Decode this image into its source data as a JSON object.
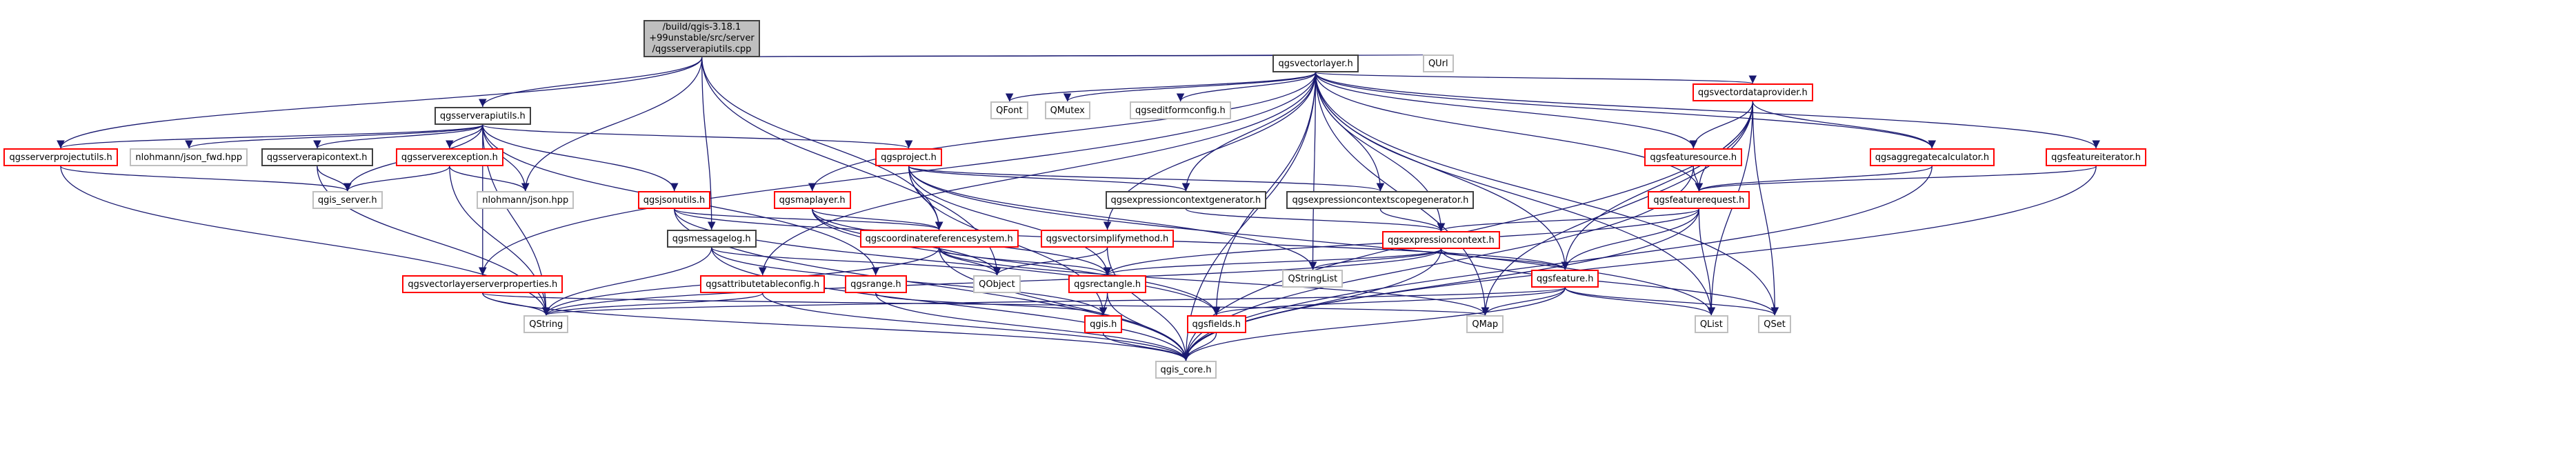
{
  "graph": {
    "title": "Include dependency graph for qgsserverapiutils.cpp",
    "edge_color": "#191970",
    "nodes": [
      {
        "id": "root",
        "label": "/build/qgis-3.18.1\n+99unstable/src/server\n/qgsserverapiutils.cpp",
        "style": "root"
      },
      {
        "id": "qgsvectorlayer",
        "label": "qgsvectorlayer.h",
        "style": "black"
      },
      {
        "id": "QUrl",
        "label": "QUrl",
        "style": "gray"
      },
      {
        "id": "qgsserverapiutils",
        "label": "qgsserverapiutils.h",
        "style": "black"
      },
      {
        "id": "qgsserverprojectutils",
        "label": "qgsserverprojectutils.h",
        "style": "red"
      },
      {
        "id": "json_fwd",
        "label": "nlohmann/json_fwd.hpp",
        "style": "gray"
      },
      {
        "id": "qgsserverapicontext",
        "label": "qgsserverapicontext.h",
        "style": "black"
      },
      {
        "id": "qgsserverexception",
        "label": "qgsserverexception.h",
        "style": "red"
      },
      {
        "id": "qgis_server",
        "label": "qgis_server.h",
        "style": "gray"
      },
      {
        "id": "json",
        "label": "nlohmann/json.hpp",
        "style": "gray"
      },
      {
        "id": "qgsproject",
        "label": "qgsproject.h",
        "style": "red"
      },
      {
        "id": "qgsjsonutils",
        "label": "qgsjsonutils.h",
        "style": "red"
      },
      {
        "id": "qgsmaplayer",
        "label": "qgsmaplayer.h",
        "style": "red"
      },
      {
        "id": "qgsmessagelog",
        "label": "qgsmessagelog.h",
        "style": "black"
      },
      {
        "id": "qgscrs",
        "label": "qgscoordinatereferencesystem.h",
        "style": "red"
      },
      {
        "id": "qgsvectorsimplifymethod",
        "label": "qgsvectorsimplifymethod.h",
        "style": "red"
      },
      {
        "id": "qgsvectorlayerserverproperties",
        "label": "qgsvectorlayerserverproperties.h",
        "style": "red"
      },
      {
        "id": "qgsattributetableconfig",
        "label": "qgsattributetableconfig.h",
        "style": "red"
      },
      {
        "id": "qgsrange",
        "label": "qgsrange.h",
        "style": "red"
      },
      {
        "id": "QObject",
        "label": "QObject",
        "style": "gray"
      },
      {
        "id": "qgsrectangle",
        "label": "qgsrectangle.h",
        "style": "red"
      },
      {
        "id": "qgis",
        "label": "qgis.h",
        "style": "red"
      },
      {
        "id": "QString",
        "label": "QString",
        "style": "gray"
      },
      {
        "id": "qgis_core",
        "label": "qgis_core.h",
        "style": "gray"
      },
      {
        "id": "QFont",
        "label": "QFont",
        "style": "gray"
      },
      {
        "id": "QMutex",
        "label": "QMutex",
        "style": "gray"
      },
      {
        "id": "qgseditformconfig",
        "label": "qgseditformconfig.h",
        "style": "gray"
      },
      {
        "id": "qgsexpressioncontextgenerator",
        "label": "qgsexpressioncontextgenerator.h",
        "style": "black"
      },
      {
        "id": "qgsexpressioncontextscopegenerator",
        "label": "qgsexpressioncontextscopegenerator.h",
        "style": "black"
      },
      {
        "id": "qgsexpressioncontext",
        "label": "qgsexpressioncontext.h",
        "style": "red"
      },
      {
        "id": "QStringList",
        "label": "QStringList",
        "style": "gray"
      },
      {
        "id": "qgsfeature",
        "label": "qgsfeature.h",
        "style": "red"
      },
      {
        "id": "qgsfields",
        "label": "qgsfields.h",
        "style": "red"
      },
      {
        "id": "QMap",
        "label": "QMap",
        "style": "gray"
      },
      {
        "id": "QList",
        "label": "QList",
        "style": "gray"
      },
      {
        "id": "QSet",
        "label": "QSet",
        "style": "gray"
      },
      {
        "id": "qgsvectordataprovider",
        "label": "qgsvectordataprovider.h",
        "style": "red"
      },
      {
        "id": "qgsfeaturesource",
        "label": "qgsfeaturesource.h",
        "style": "red"
      },
      {
        "id": "qgsaggregatecalculator",
        "label": "qgsaggregatecalculator.h",
        "style": "red"
      },
      {
        "id": "qgsfeatureiterator",
        "label": "qgsfeatureiterator.h",
        "style": "red"
      },
      {
        "id": "qgsfeaturerequest",
        "label": "qgsfeaturerequest.h",
        "style": "red"
      }
    ],
    "edges": [
      [
        "root",
        "qgsvectorlayer"
      ],
      [
        "root",
        "QUrl"
      ],
      [
        "root",
        "qgsserverapiutils"
      ],
      [
        "root",
        "qgsserverprojectutils"
      ],
      [
        "root",
        "json"
      ],
      [
        "root",
        "qgsmessagelog"
      ],
      [
        "root",
        "QObject"
      ],
      [
        "root",
        "qgscrs"
      ],
      [
        "qgsserverapiutils",
        "qgsserverprojectutils"
      ],
      [
        "qgsserverapiutils",
        "json_fwd"
      ],
      [
        "qgsserverapiutils",
        "qgsserverapicontext"
      ],
      [
        "qgsserverapiutils",
        "qgis_server"
      ],
      [
        "qgsserverapiutils",
        "qgsserverexception"
      ],
      [
        "qgsserverapiutils",
        "json"
      ],
      [
        "qgsserverapiutils",
        "qgsproject"
      ],
      [
        "qgsserverapiutils",
        "qgsjsonutils"
      ],
      [
        "qgsserverapiutils",
        "qgsvectorlayerserverproperties"
      ],
      [
        "qgsserverapiutils",
        "QString"
      ],
      [
        "qgsserverapiutils",
        "qgsrange"
      ],
      [
        "qgsserverprojectutils",
        "qgis_server"
      ],
      [
        "qgsserverprojectutils",
        "QString"
      ],
      [
        "qgsserverapicontext",
        "qgis_server"
      ],
      [
        "qgsserverapicontext",
        "QString"
      ],
      [
        "qgsserverexception",
        "qgis_server"
      ],
      [
        "qgsserverexception",
        "json"
      ],
      [
        "qgsserverexception",
        "QString"
      ],
      [
        "qgsproject",
        "qgscrs"
      ],
      [
        "qgsproject",
        "qgsexpressioncontextgenerator"
      ],
      [
        "qgsproject",
        "qgsexpressioncontextscopegenerator"
      ],
      [
        "qgsproject",
        "QStringList"
      ],
      [
        "qgsproject",
        "qgis"
      ],
      [
        "qgsproject",
        "qgsrectangle"
      ],
      [
        "qgsproject",
        "QList"
      ],
      [
        "qgsjsonutils",
        "qgscrs"
      ],
      [
        "qgsjsonutils",
        "qgsfeature"
      ],
      [
        "qgsjsonutils",
        "qgis_core"
      ],
      [
        "qgsjsonutils",
        "qgsfields"
      ],
      [
        "qgsmaplayer",
        "qgscrs"
      ],
      [
        "qgsmaplayer",
        "QObject"
      ],
      [
        "qgsmaplayer",
        "qgsrectangle"
      ],
      [
        "qgsmaplayer",
        "qgsfields"
      ],
      [
        "qgsmessagelog",
        "QString"
      ],
      [
        "qgsmessagelog",
        "QObject"
      ],
      [
        "qgsmessagelog",
        "qgis"
      ],
      [
        "qgsmessagelog",
        "qgis_core"
      ],
      [
        "qgscrs",
        "QObject"
      ],
      [
        "qgscrs",
        "qgsrectangle"
      ],
      [
        "qgscrs",
        "QString"
      ],
      [
        "qgscrs",
        "qgis_core"
      ],
      [
        "qgscrs",
        "QMap"
      ],
      [
        "qgsvectorsimplifymethod",
        "QObject"
      ],
      [
        "qgsvectorsimplifymethod",
        "qgis_core"
      ],
      [
        "qgsvectorlayerserverproperties",
        "QString"
      ],
      [
        "qgsvectorlayerserverproperties",
        "qgis_core"
      ],
      [
        "qgsvectorlayerserverproperties",
        "QMap"
      ],
      [
        "qgsattributetableconfig",
        "QString"
      ],
      [
        "qgsattributetableconfig",
        "qgis_core"
      ],
      [
        "qgsrange",
        "qgis"
      ],
      [
        "qgsrange",
        "qgis_core"
      ],
      [
        "qgsrectangle",
        "qgis"
      ],
      [
        "qgsrectangle",
        "qgis_core"
      ],
      [
        "qgis",
        "qgis_core"
      ],
      [
        "qgsvectorlayer",
        "QFont"
      ],
      [
        "qgsvectorlayer",
        "QMutex"
      ],
      [
        "qgsvectorlayer",
        "qgseditformconfig"
      ],
      [
        "qgsvectorlayer",
        "qgsexpressioncontextgenerator"
      ],
      [
        "qgsvectorlayer",
        "qgsexpressioncontextscopegenerator"
      ],
      [
        "qgsvectorlayer",
        "qgsexpressioncontext"
      ],
      [
        "qgsvectorlayer",
        "qgsfeature"
      ],
      [
        "qgsvectorlayer",
        "qgsvectordataprovider"
      ],
      [
        "qgsvectorlayer",
        "qgsfeaturesource"
      ],
      [
        "qgsvectorlayer",
        "qgsaggregatecalculator"
      ],
      [
        "qgsvectorlayer",
        "qgsfeatureiterator"
      ],
      [
        "qgsvectorlayer",
        "qgsfeaturerequest"
      ],
      [
        "qgsvectorlayer",
        "qgsmaplayer"
      ],
      [
        "qgsvectorlayer",
        "qgsvectorsimplifymethod"
      ],
      [
        "qgsvectorlayer",
        "qgsvectorlayerserverproperties"
      ],
      [
        "qgsvectorlayer",
        "qgsattributetableconfig"
      ],
      [
        "qgsvectorlayer",
        "QStringList"
      ],
      [
        "qgsvectorlayer",
        "QMap"
      ],
      [
        "qgsvectorlayer",
        "QList"
      ],
      [
        "qgsvectorlayer",
        "QSet"
      ],
      [
        "qgsvectorlayer",
        "qgis_core"
      ],
      [
        "qgsvectorlayer",
        "qgsfields"
      ],
      [
        "qgsexpressioncontextgenerator",
        "qgsexpressioncontext"
      ],
      [
        "qgsexpressioncontextscopegenerator",
        "qgsexpressioncontext"
      ],
      [
        "qgsexpressioncontext",
        "QStringList"
      ],
      [
        "qgsexpressioncontext",
        "qgsfeature"
      ],
      [
        "qgsexpressioncontext",
        "QSet"
      ],
      [
        "qgsexpressioncontext",
        "qgis_core"
      ],
      [
        "qgsexpressioncontext",
        "QString"
      ],
      [
        "qgsexpressioncontext",
        "qgsrectangle"
      ],
      [
        "qgsfeature",
        "qgsfields"
      ],
      [
        "qgsfeature",
        "QMap"
      ],
      [
        "qgsfeature",
        "QList"
      ],
      [
        "qgsfeature",
        "QSet"
      ],
      [
        "qgsfeature",
        "qgis_core"
      ],
      [
        "qgsfeature",
        "QString"
      ],
      [
        "qgsfields",
        "qgis_core"
      ],
      [
        "qgsvectordataprovider",
        "qgsfeaturesource"
      ],
      [
        "qgsvectordataprovider",
        "qgsaggregatecalculator"
      ],
      [
        "qgsvectordataprovider",
        "qgsfeaturerequest"
      ],
      [
        "qgsvectordataprovider",
        "qgsfeature"
      ],
      [
        "qgsvectordataprovider",
        "QList"
      ],
      [
        "qgsvectordataprovider",
        "QSet"
      ],
      [
        "qgsvectordataprovider",
        "QMap"
      ],
      [
        "qgsvectordataprovider",
        "qgis_core"
      ],
      [
        "qgsfeaturesource",
        "qgsfeaturerequest"
      ],
      [
        "qgsfeaturesource",
        "qgis_core"
      ],
      [
        "qgsaggregatecalculator",
        "qgsfeaturerequest"
      ],
      [
        "qgsaggregatecalculator",
        "qgis_core"
      ],
      [
        "qgsfeatureiterator",
        "qgsfeaturerequest"
      ],
      [
        "qgsfeatureiterator",
        "qgis_core"
      ],
      [
        "qgsfeaturerequest",
        "qgsfeature"
      ],
      [
        "qgsfeaturerequest",
        "qgsexpressioncontext"
      ],
      [
        "qgsfeaturerequest",
        "QList"
      ],
      [
        "qgsfeaturerequest",
        "qgis_core"
      ],
      [
        "qgsfeaturerequest",
        "qgsrectangle"
      ]
    ]
  }
}
